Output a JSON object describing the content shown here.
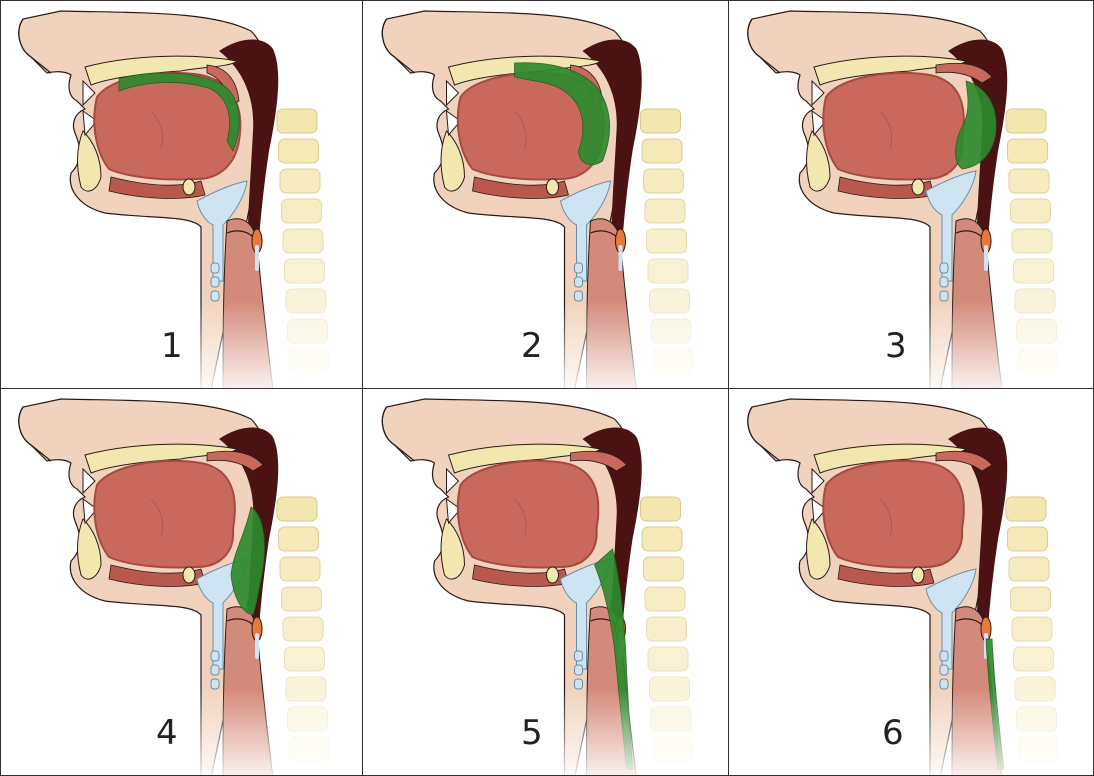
{
  "panels": [
    {
      "label": "1",
      "stage": 1
    },
    {
      "label": "2",
      "stage": 2
    },
    {
      "label": "3",
      "stage": 3
    },
    {
      "label": "4",
      "stage": 4
    },
    {
      "label": "5",
      "stage": 5
    },
    {
      "label": "6",
      "stage": 6
    }
  ],
  "colors": {
    "skin": "#f1d3bd",
    "bone": "#f3e7b0",
    "tongue": "#c8695c",
    "tongue_shadow": "#a64a40",
    "cavity_dark": "#4a1212",
    "epiglottis": "#cfe4f2",
    "bolus": "#2e8a2e",
    "muscle": "#b9594d",
    "outline": "#2a1a16"
  }
}
